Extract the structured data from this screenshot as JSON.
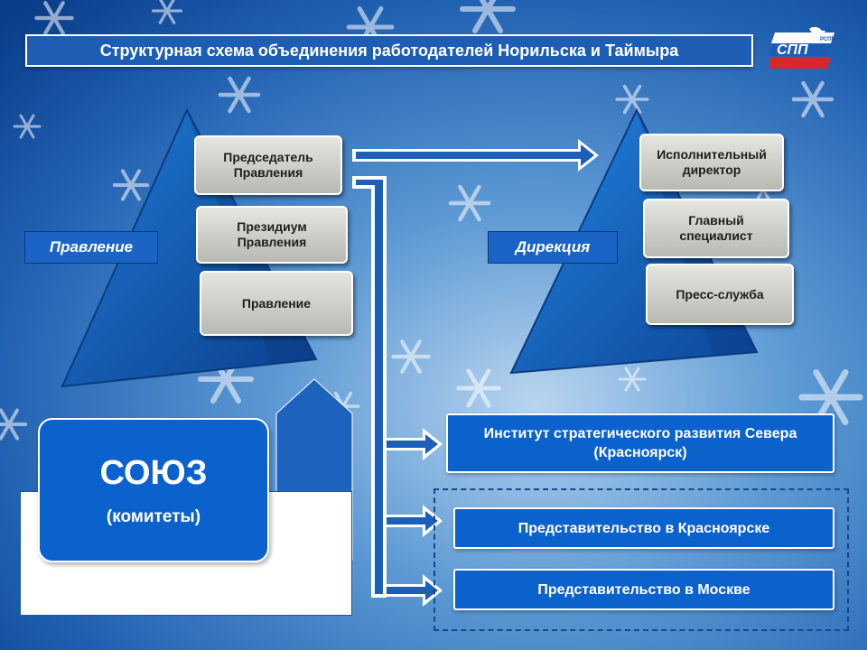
{
  "title": "Структурная схема объединения работодателей Норильска и Таймыра",
  "logo": {
    "text": "СПП",
    "small_text": "РСПП"
  },
  "colors": {
    "accent": "#0c62cc",
    "background_top": "#0a3f8f",
    "background_mid": "#4d8fd0",
    "panel_grey": "#c9c9c4"
  },
  "left_pyramid": {
    "label": "Правление",
    "items": [
      "Председатель Правления",
      "Президиум Правления",
      "Правление"
    ]
  },
  "right_pyramid": {
    "label": "Дирекция",
    "items": [
      "Исполнительный директор",
      "Главный специалист",
      "Пресс-служба"
    ]
  },
  "institute": "Институт стратегического развития Севера (Красноярск)",
  "offices": [
    "Представительство в Красноярске",
    "Представительство в Москве"
  ],
  "union": {
    "title": "СОЮЗ",
    "subtitle": "(комитеты)"
  }
}
